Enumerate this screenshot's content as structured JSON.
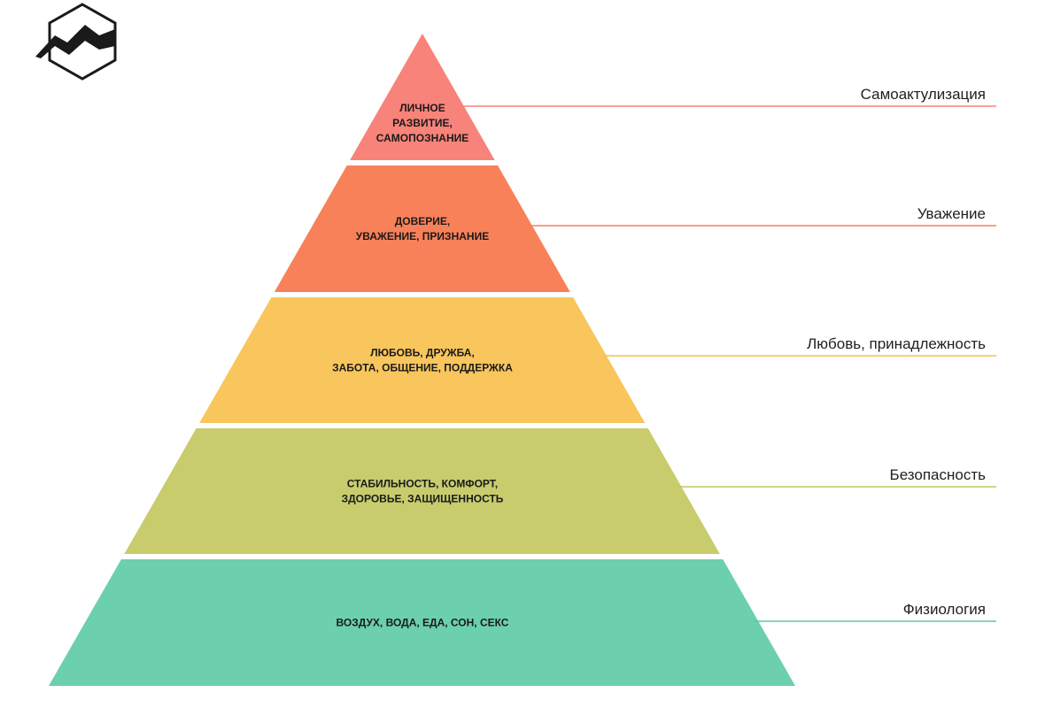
{
  "logo": {
    "name": "mountain-hexagon-logo"
  },
  "levels": [
    {
      "lines": [
        "ЛИЧНОЕ",
        "РАЗВИТИЕ,",
        "САМОПОЗНАНИЕ"
      ],
      "label": "Самоактулизация",
      "color": "#f7837a",
      "line_color": "#f7837a"
    },
    {
      "lines": [
        "ДОВЕРИЕ,",
        "УВАЖЕНИЕ, ПРИЗНАНИЕ"
      ],
      "label": "Уважение",
      "color": "#f8815a",
      "line_color": "#f8815a"
    },
    {
      "lines": [
        "ЛЮБОВЬ, ДРУЖБА,",
        "ЗАБОТА, ОБЩЕНИЕ, ПОДДЕРЖКА"
      ],
      "label": "Любовь, принадлежность",
      "color": "#f8c65c",
      "line_color": "#f6c04c"
    },
    {
      "lines": [
        "СТАБИЛЬНОСТЬ, КОМФОРТ,",
        "ЗДОРОВЬЕ, ЗАЩИЩЕННОСТЬ"
      ],
      "label": "Безопасность",
      "color": "#c8cc6c",
      "line_color": "#c3c75f"
    },
    {
      "lines": [
        "ВОЗДУХ, ВОДА, ЕДА, СОН, СЕКС"
      ],
      "label": "Физиология",
      "color": "#6ccfae",
      "line_color": "#5ec7a4"
    }
  ]
}
